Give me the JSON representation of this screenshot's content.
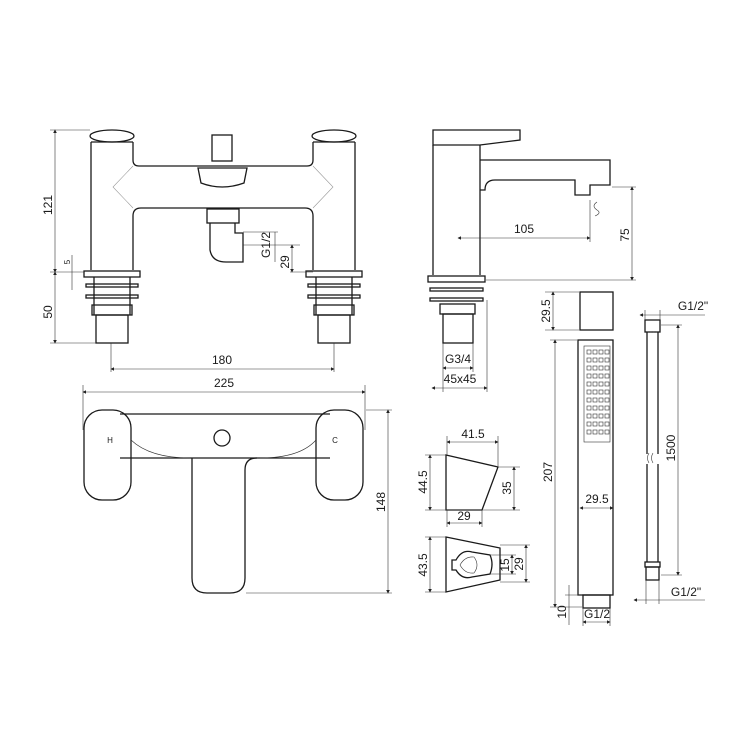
{
  "front_view": {
    "height": "121",
    "washer": "5",
    "base_height": "50",
    "centres": "180",
    "outlet_thread": "G1/2",
    "outlet_height": "29"
  },
  "side_view": {
    "spout_reach": "105",
    "spout_height": "75",
    "inlet_thread": "G3/4",
    "base_size": "45x45"
  },
  "top_view": {
    "width": "225",
    "depth": "148",
    "hot_label": "H",
    "cold_label": "C"
  },
  "wall_bracket": {
    "width": "41.5",
    "height": "44.5",
    "front_height": "35",
    "base_width": "29"
  },
  "bracket_lower": {
    "height": "43.5",
    "inner": "15",
    "outer": "29"
  },
  "hand_shower": {
    "head_height": "29.5",
    "length": "207",
    "width": "29.5",
    "connector": "10",
    "thread": "G1/2"
  },
  "hose": {
    "top_thread": "G1/2\"",
    "length": "1500",
    "bottom_thread": "G1/2\""
  }
}
